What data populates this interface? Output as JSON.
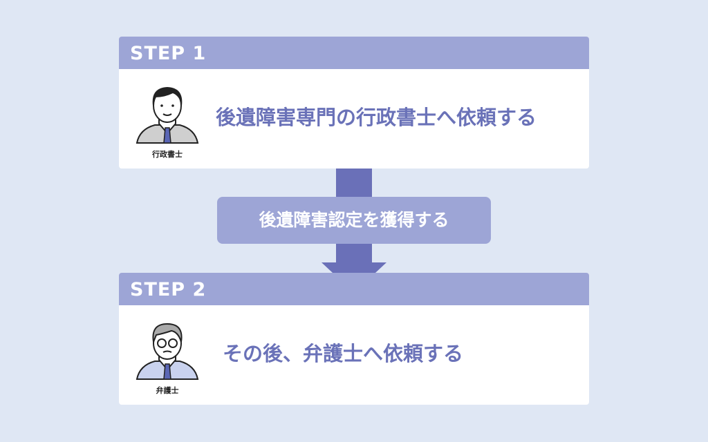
{
  "step1": {
    "label": "STEP 1",
    "role": "行政書士",
    "text": "後遺障害専門の行政書士へ依頼する"
  },
  "middle": {
    "text": "後遺障害認定を獲得する"
  },
  "step2": {
    "label": "STEP 2",
    "role": "弁護士",
    "text": "その後、弁護士へ依頼する"
  },
  "colors": {
    "background": "#dfe7f4",
    "header": "#9da5d6",
    "accent": "#6a70b8"
  }
}
